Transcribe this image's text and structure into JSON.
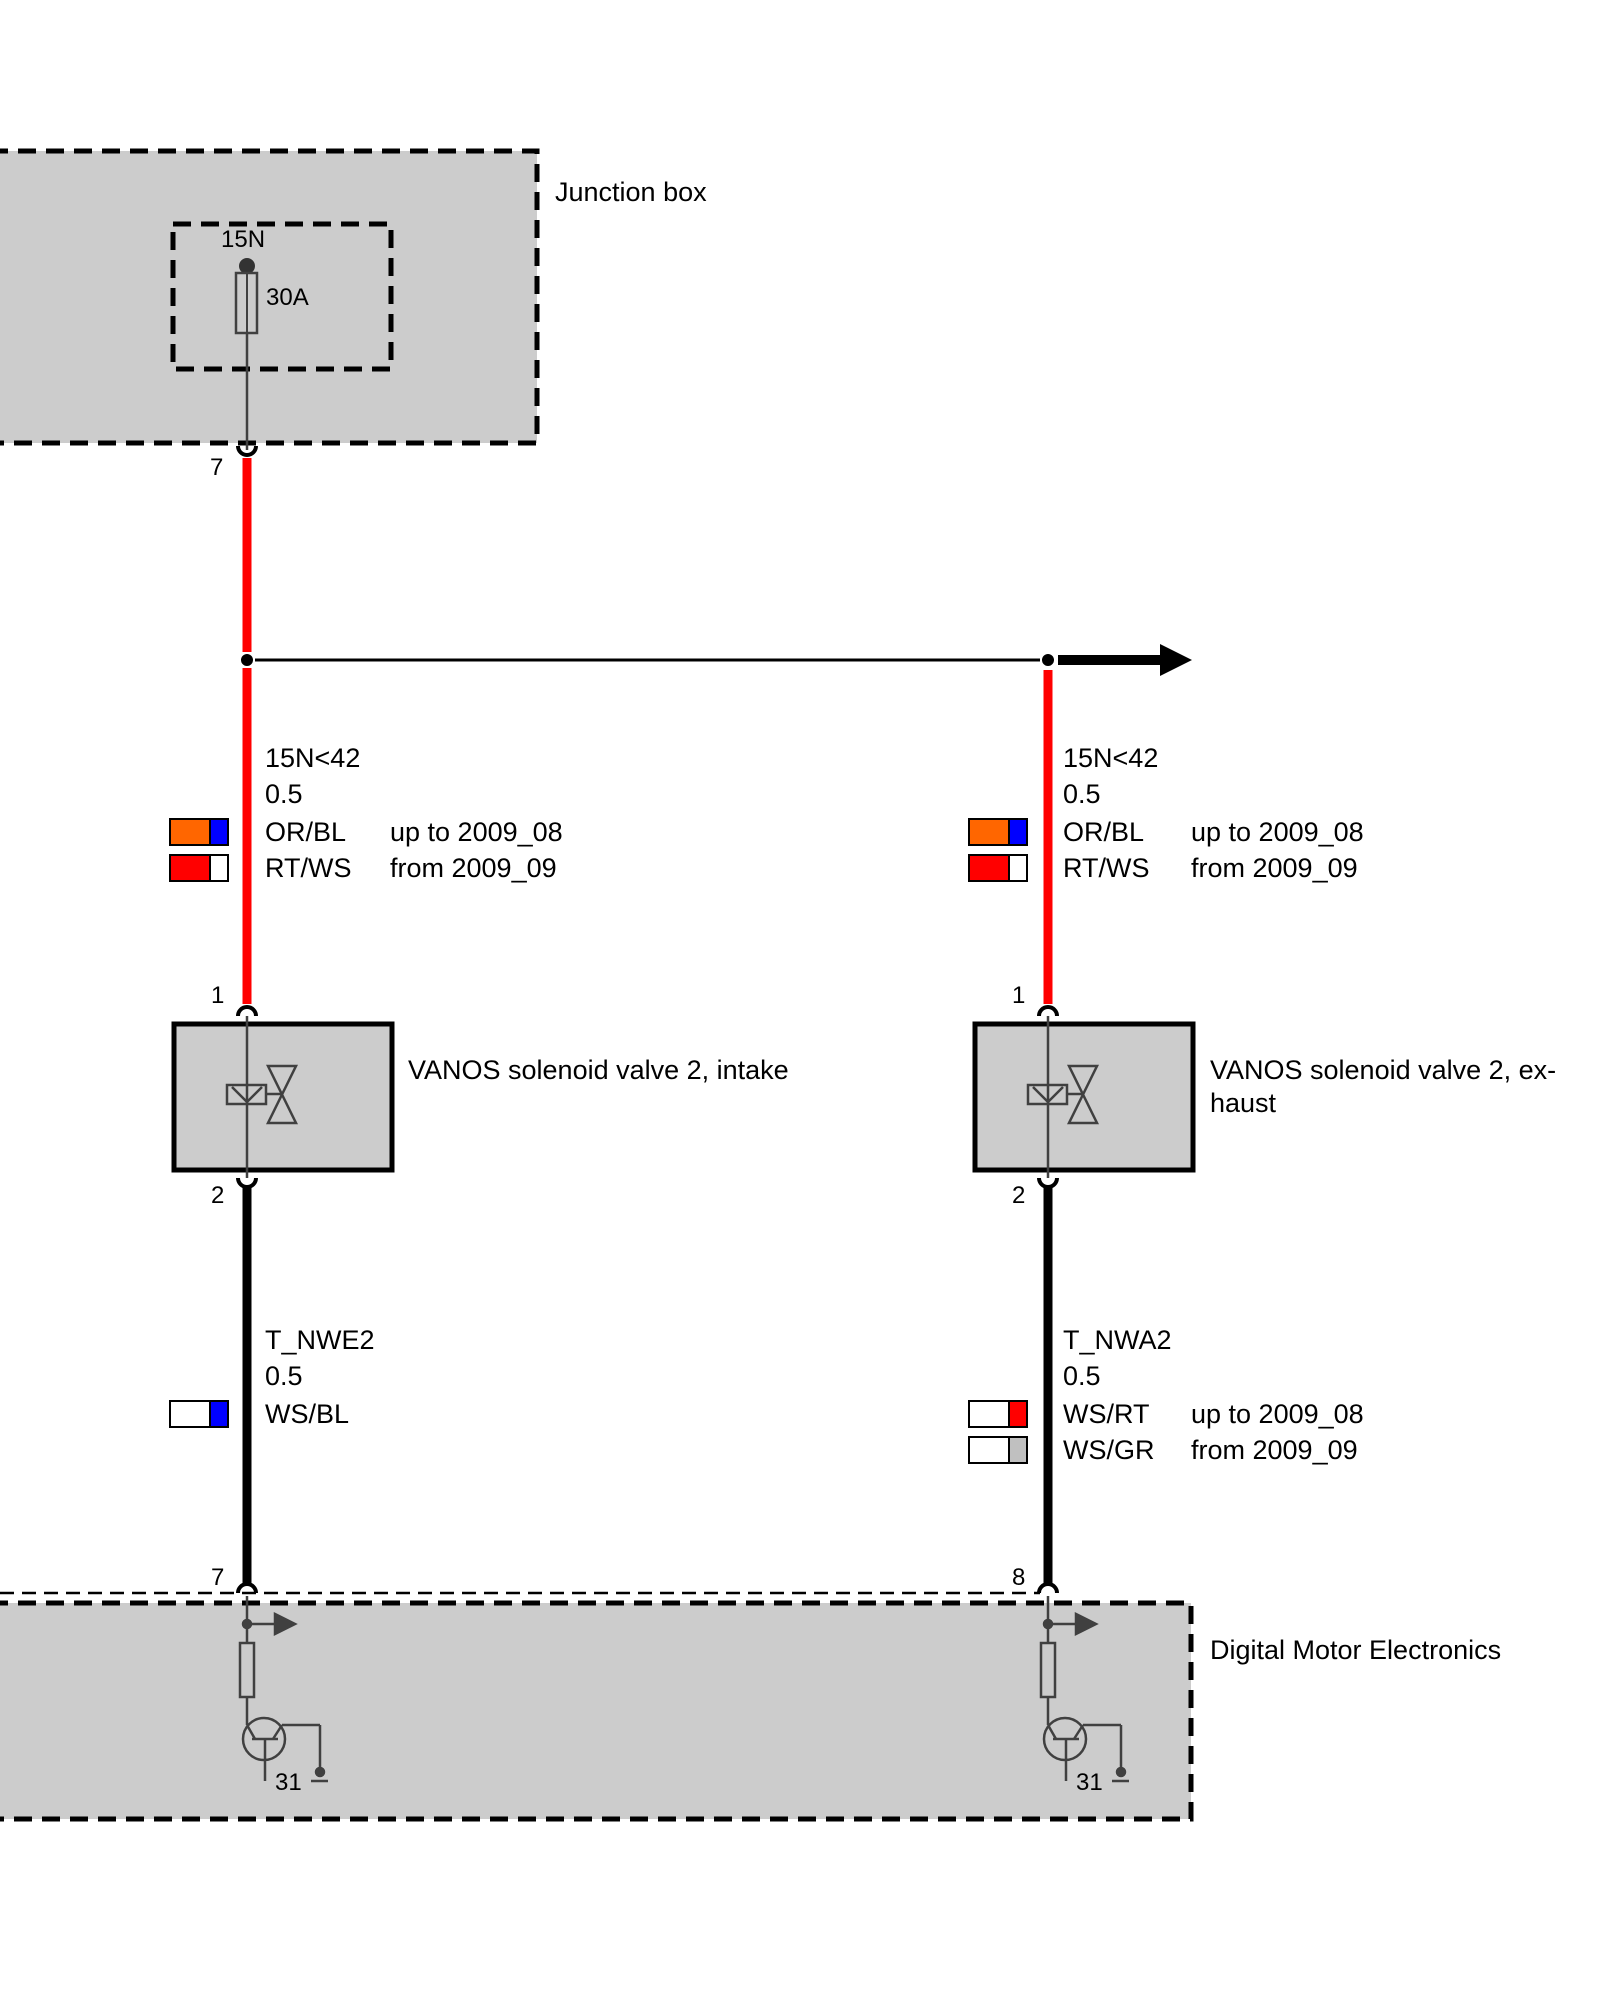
{
  "diagram": {
    "type": "wiring-diagram",
    "components": {
      "junction_box": {
        "label": "Junction box",
        "fuse_terminal": "15N",
        "fuse_rating": "30A",
        "pin": "7"
      },
      "valve_intake": {
        "label": "VANOS solenoid valve 2, intake",
        "pin_top": "1",
        "pin_bottom": "2"
      },
      "valve_exhaust": {
        "label_line1": "VANOS solenoid valve 2, ex-",
        "label_line2": "haust",
        "pin_top": "1",
        "pin_bottom": "2"
      },
      "dme": {
        "label": "Digital Motor Electronics",
        "pin_left": "7",
        "pin_right": "8",
        "ground_left": "31",
        "ground_right": "31"
      }
    },
    "wires": {
      "supply_left": {
        "signal": "15N<42",
        "cross_section": "0.5",
        "colors": [
          {
            "code": "OR/BL",
            "note": "up to 2009_08",
            "primary": "#ff6600",
            "stripe": "#0000ff"
          },
          {
            "code": "RT/WS",
            "note": "from 2009_09",
            "primary": "#ff0000",
            "stripe": "#ffffff"
          }
        ]
      },
      "supply_right": {
        "signal": "15N<42",
        "cross_section": "0.5",
        "colors": [
          {
            "code": "OR/BL",
            "note": "up to 2009_08",
            "primary": "#ff6600",
            "stripe": "#0000ff"
          },
          {
            "code": "RT/WS",
            "note": "from 2009_09",
            "primary": "#ff0000",
            "stripe": "#ffffff"
          }
        ]
      },
      "control_intake": {
        "signal": "T_NWE2",
        "cross_section": "0.5",
        "colors": [
          {
            "code": "WS/BL",
            "note": "",
            "primary": "#ffffff",
            "stripe": "#0000ff"
          }
        ]
      },
      "control_exhaust": {
        "signal": "T_NWA2",
        "cross_section": "0.5",
        "colors": [
          {
            "code": "WS/RT",
            "note": "up to 2009_08",
            "primary": "#ffffff",
            "stripe": "#ff0000"
          },
          {
            "code": "WS/GR",
            "note": "from 2009_09",
            "primary": "#ffffff",
            "stripe": "#c0c0c0"
          }
        ]
      }
    },
    "palette": {
      "wire_red": "#ff0000",
      "wire_black": "#000000",
      "component_fill": "#cccccc",
      "symbol_stroke": "#404040"
    }
  }
}
